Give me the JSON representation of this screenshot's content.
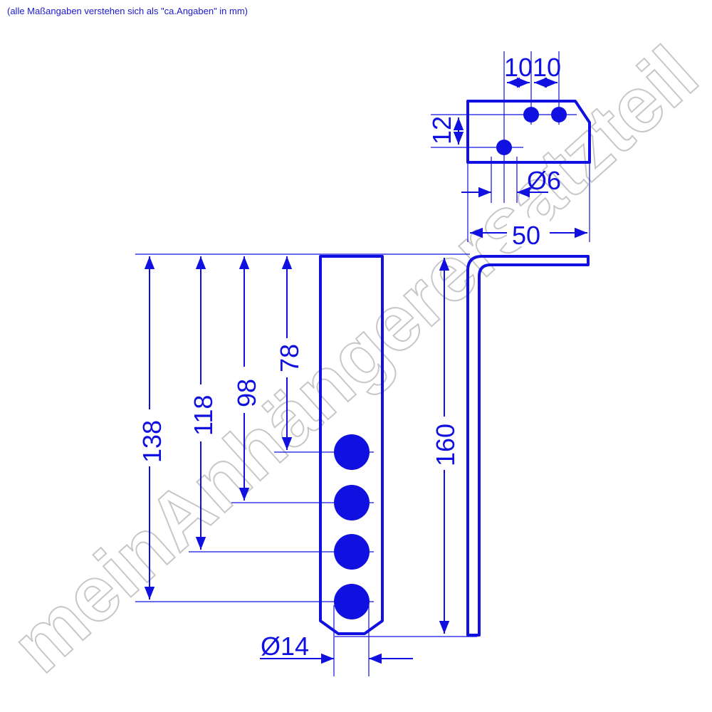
{
  "note": "(alle Maßangaben verstehen sich als \"ca.Angaben\" in mm)",
  "watermark": "meinAnhängerersatzteil",
  "dimensions": {
    "bracket_hole_spacing_1": "10",
    "bracket_hole_spacing_2": "10",
    "bracket_vertical_spacing": "12",
    "bracket_hole_diameter": "Ø6",
    "bracket_width": "50",
    "total_height": "160",
    "hole_distance_1": "138",
    "hole_distance_2": "118",
    "hole_distance_3": "98",
    "hole_distance_4": "78",
    "strap_hole_diameter": "Ø14"
  },
  "colors": {
    "ink": "#1010e0",
    "watermark": "#9a9a9a"
  }
}
